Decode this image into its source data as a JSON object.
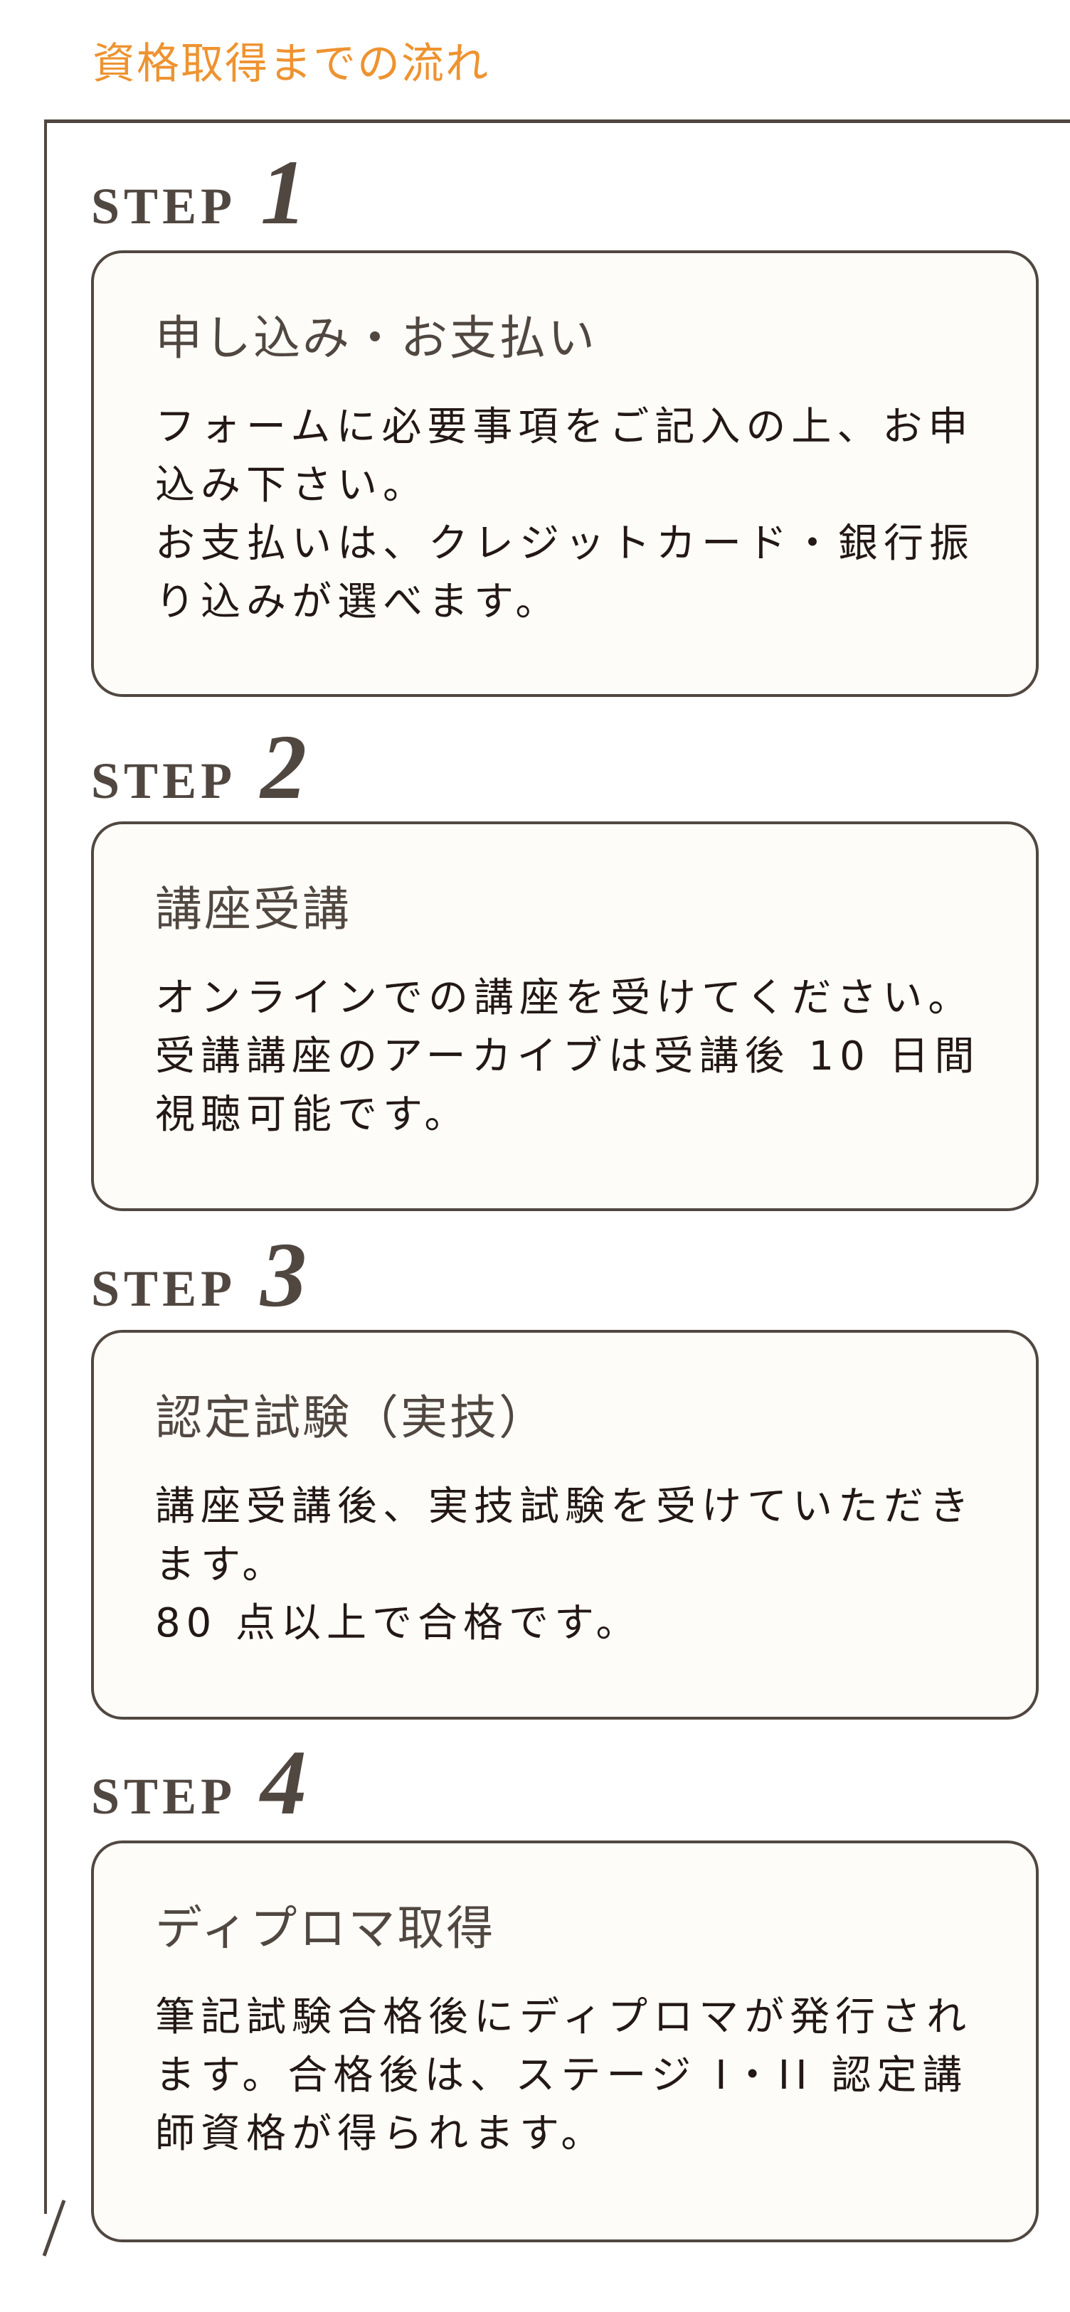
{
  "title": "資格取得までの流れ",
  "step_word": "STEP",
  "steps": [
    {
      "number": "1",
      "heading": "申し込み・お支払い",
      "lines": [
        "フォームに必要事項をご記入の上、お申",
        "込み下さい。",
        "お支払いは、クレジットカード・銀行振",
        "り込みが選べます。"
      ]
    },
    {
      "number": "2",
      "heading": "講座受講",
      "lines": [
        "オンラインでの講座を受けてください。",
        "受講講座のアーカイブは受講後 10 日間",
        "視聴可能です。"
      ]
    },
    {
      "number": "3",
      "heading": "認定試験（実技）",
      "lines": [
        "講座受講後、実技試験を受けていただき",
        "ます。",
        "80 点以上で合格です。"
      ]
    },
    {
      "number": "4",
      "heading": "ディプロマ取得",
      "lines": [
        "筆記試験合格後にディプロマが発行され",
        "ます。合格後は、ステージ I・II 認定講",
        "師資格が得られます。"
      ]
    }
  ]
}
